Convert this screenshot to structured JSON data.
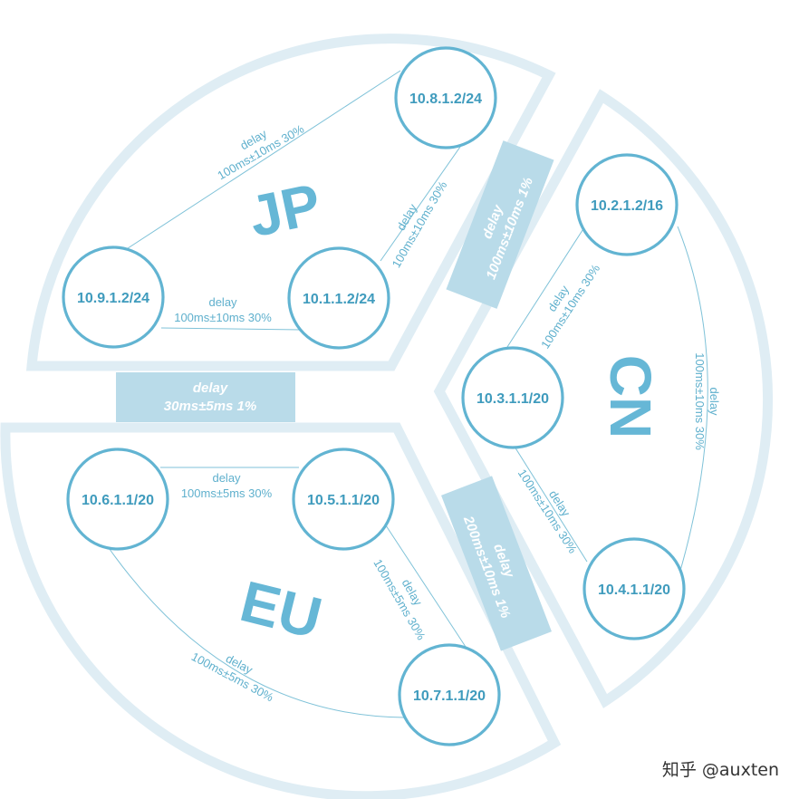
{
  "regions": {
    "jp": "JP",
    "cn": "CN",
    "eu": "EU"
  },
  "inter_region_links": {
    "jp_eu": {
      "title": "delay",
      "value": "30ms±5ms 1%"
    },
    "jp_cn": {
      "title": "delay",
      "value": "100ms±10ms 1%"
    },
    "cn_eu": {
      "title": "delay",
      "value": "200ms±10ms 1%"
    }
  },
  "nodes": {
    "n10_8": "10.8.1.2/24",
    "n10_9": "10.9.1.2/24",
    "n10_1": "10.1.1.2/24",
    "n10_2": "10.2.1.2/16",
    "n10_3": "10.3.1.1/20",
    "n10_4": "10.4.1.1/20",
    "n10_6": "10.6.1.1/20",
    "n10_5": "10.5.1.1/20",
    "n10_7": "10.7.1.1/20"
  },
  "links": {
    "jp_9_8": {
      "title": "delay",
      "value": "100ms±10ms 30%"
    },
    "jp_1_8": {
      "title": "delay",
      "value": "100ms±10ms 30%"
    },
    "jp_9_1": {
      "title": "delay",
      "value": "100ms±10ms 30%"
    },
    "cn_2_3": {
      "title": "delay",
      "value": "100ms±10ms 30%"
    },
    "cn_2_4": {
      "title": "delay",
      "value": "100ms±10ms 30%"
    },
    "cn_3_4": {
      "title": "delay",
      "value": "100ms±10ms 30%"
    },
    "eu_6_5": {
      "title": "delay",
      "value": "100ms±5ms 30%"
    },
    "eu_5_7": {
      "title": "delay",
      "value": "100ms±5ms 30%"
    },
    "eu_6_7": {
      "title": "delay",
      "value": "100ms±5ms 30%"
    }
  },
  "watermark": "知乎 @auxten",
  "colors": {
    "ring": "#dfedf4",
    "band": "#b9dbe9",
    "node_stroke": "#62b4d2",
    "text": "#5fb0cd"
  }
}
